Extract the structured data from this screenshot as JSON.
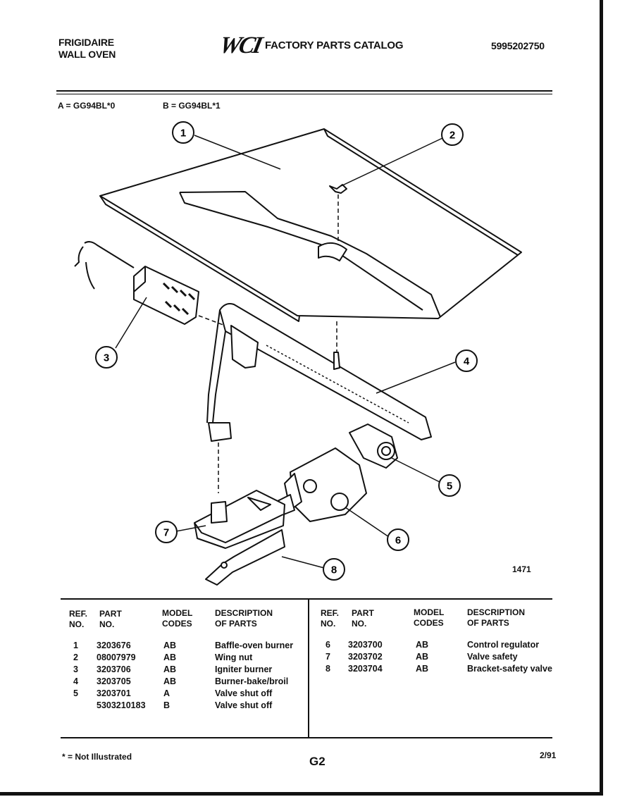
{
  "header": {
    "brand_line1": "FRIGIDAIRE",
    "brand_line2": "WALL OVEN",
    "logo": "WCI",
    "catalog_title": "FACTORY PARTS CATALOG",
    "document_number": "5995202750"
  },
  "models": {
    "a": "A = GG94BL*0",
    "b": "B = GG94BL*1"
  },
  "diagram": {
    "drawing_number": "1471",
    "callouts": [
      "1",
      "2",
      "3",
      "4",
      "5",
      "6",
      "7",
      "8"
    ]
  },
  "table": {
    "headers": {
      "ref": [
        "REF.",
        "NO."
      ],
      "part": [
        "PART",
        "NO."
      ],
      "model": [
        "MODEL",
        "CODES"
      ],
      "desc": [
        "DESCRIPTION",
        "OF PARTS"
      ]
    },
    "left_rows": [
      {
        "ref": "1",
        "part": "3203676",
        "model": "AB",
        "desc": "Baffle-oven burner"
      },
      {
        "ref": "2",
        "part": "08007979",
        "model": "AB",
        "desc": "Wing nut"
      },
      {
        "ref": "3",
        "part": "3203706",
        "model": "AB",
        "desc": "Igniter burner"
      },
      {
        "ref": "4",
        "part": "3203705",
        "model": "AB",
        "desc": "Burner-bake/broil"
      },
      {
        "ref": "5",
        "part": "3203701",
        "model": "A",
        "desc": "Valve shut off"
      },
      {
        "ref": "",
        "part": "5303210183",
        "model": "B",
        "desc": "Valve shut off"
      }
    ],
    "right_rows": [
      {
        "ref": "6",
        "part": "3203700",
        "model": "AB",
        "desc": "Control regulator"
      },
      {
        "ref": "7",
        "part": "3203702",
        "model": "AB",
        "desc": "Valve safety"
      },
      {
        "ref": "8",
        "part": "3203704",
        "model": "AB",
        "desc": "Bracket-safety valve"
      }
    ]
  },
  "footer": {
    "note": "* = Not Illustrated",
    "page": "G2",
    "date": "2/91"
  }
}
